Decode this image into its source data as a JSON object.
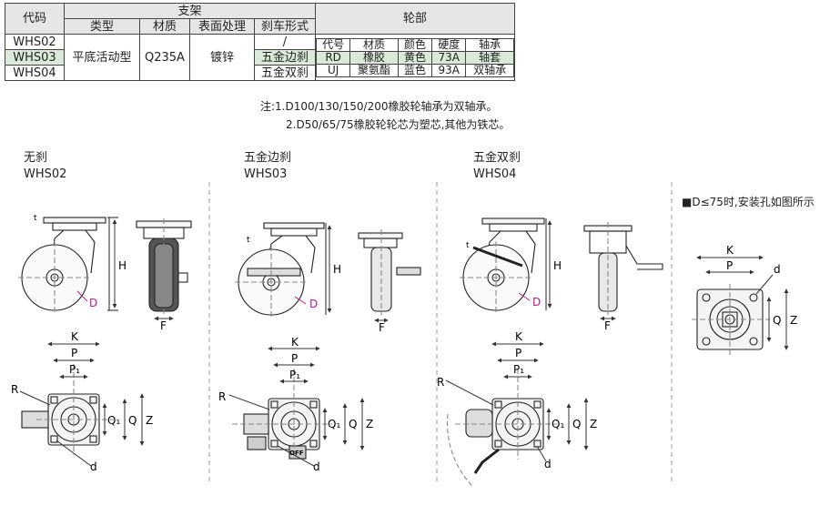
{
  "table": {
    "code_header": "代码",
    "bracket_header": "支架",
    "type_header": "类型",
    "material_header": "材质",
    "surface_header": "表面处理",
    "brake_header": "刹车形式",
    "wheel_header": "轮部",
    "codes": [
      "WHS02",
      "WHS03",
      "WHS04"
    ],
    "type_value": "平底活动型",
    "material_value": "Q235A",
    "surface_value": "镀锌",
    "brakes": [
      "/",
      "五金边刹",
      "五金双刹"
    ],
    "wheel_headers": [
      "代号",
      "材质",
      "颜色",
      "硬度",
      "轴承"
    ],
    "wheel_rows": [
      [
        "RD",
        "橡胶",
        "黄色",
        "73A",
        "轴套"
      ],
      [
        "UJ",
        "聚氨酯",
        "蓝色",
        "93A",
        "双轴承"
      ]
    ]
  },
  "notes": [
    "注:1.D100/130/150/200橡胶轮轴承为双轴承。",
    "2.D50/65/75橡胶轮轮芯为塑芯,其他为铁芯。"
  ],
  "variants": [
    {
      "name": "无刹",
      "code": "WHS02"
    },
    {
      "name": "五金边刹",
      "code": "WHS03"
    },
    {
      "name": "五金双刹",
      "code": "WHS04"
    }
  ],
  "mount_note": "■D≤75时,安装孔如图所示",
  "dims": {
    "K": "K",
    "P": "P",
    "P1": "P₁",
    "Q": "Q",
    "Q1": "Q₁",
    "Z": "Z",
    "R": "R",
    "d": "d",
    "D": "D",
    "H": "H",
    "F": "F",
    "t": "t",
    "OFF": "OFF"
  },
  "colors": {
    "line": "#222222",
    "dim": "#333333",
    "accent": "#c0168c",
    "row_highlight": "#d9ead8",
    "header_bg": "#e6e6e6"
  }
}
